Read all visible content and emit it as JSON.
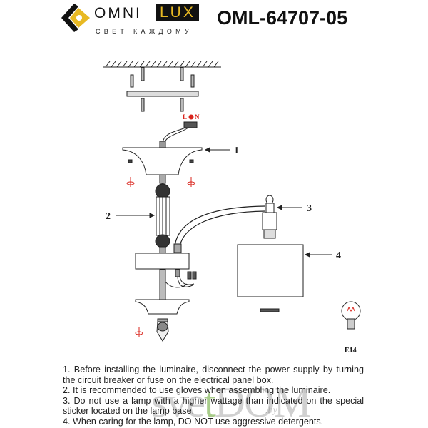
{
  "header": {
    "brand_left": "OMNI",
    "brand_right": "LUX",
    "tagline": "СВЕТ КАЖДОМУ",
    "model": "OML-64707-05",
    "brand_color": "#e8b923"
  },
  "diagram": {
    "wiring_labels": {
      "live": "L",
      "neutral": "N"
    },
    "callouts": [
      "1",
      "2",
      "3",
      "4"
    ],
    "bulb_type": "E14",
    "accent_color": "#d9241c"
  },
  "instructions": [
    "1. Before installing the luminaire, disconnect the power supply by turning the circuit breaker or fuse on the electrical panel box.",
    "2. It is recommended to use gloves when assembling the luminaire.",
    "3. Do not use a lamp with a higher wattage than indicated on the special sticker located on the lamp base.",
    "4. When caring for the lamp, DO NOT use aggressive detergents."
  ],
  "watermark": {
    "pre": "sve",
    "mid": "t",
    "post": "DOM",
    "suffix": ".by"
  }
}
